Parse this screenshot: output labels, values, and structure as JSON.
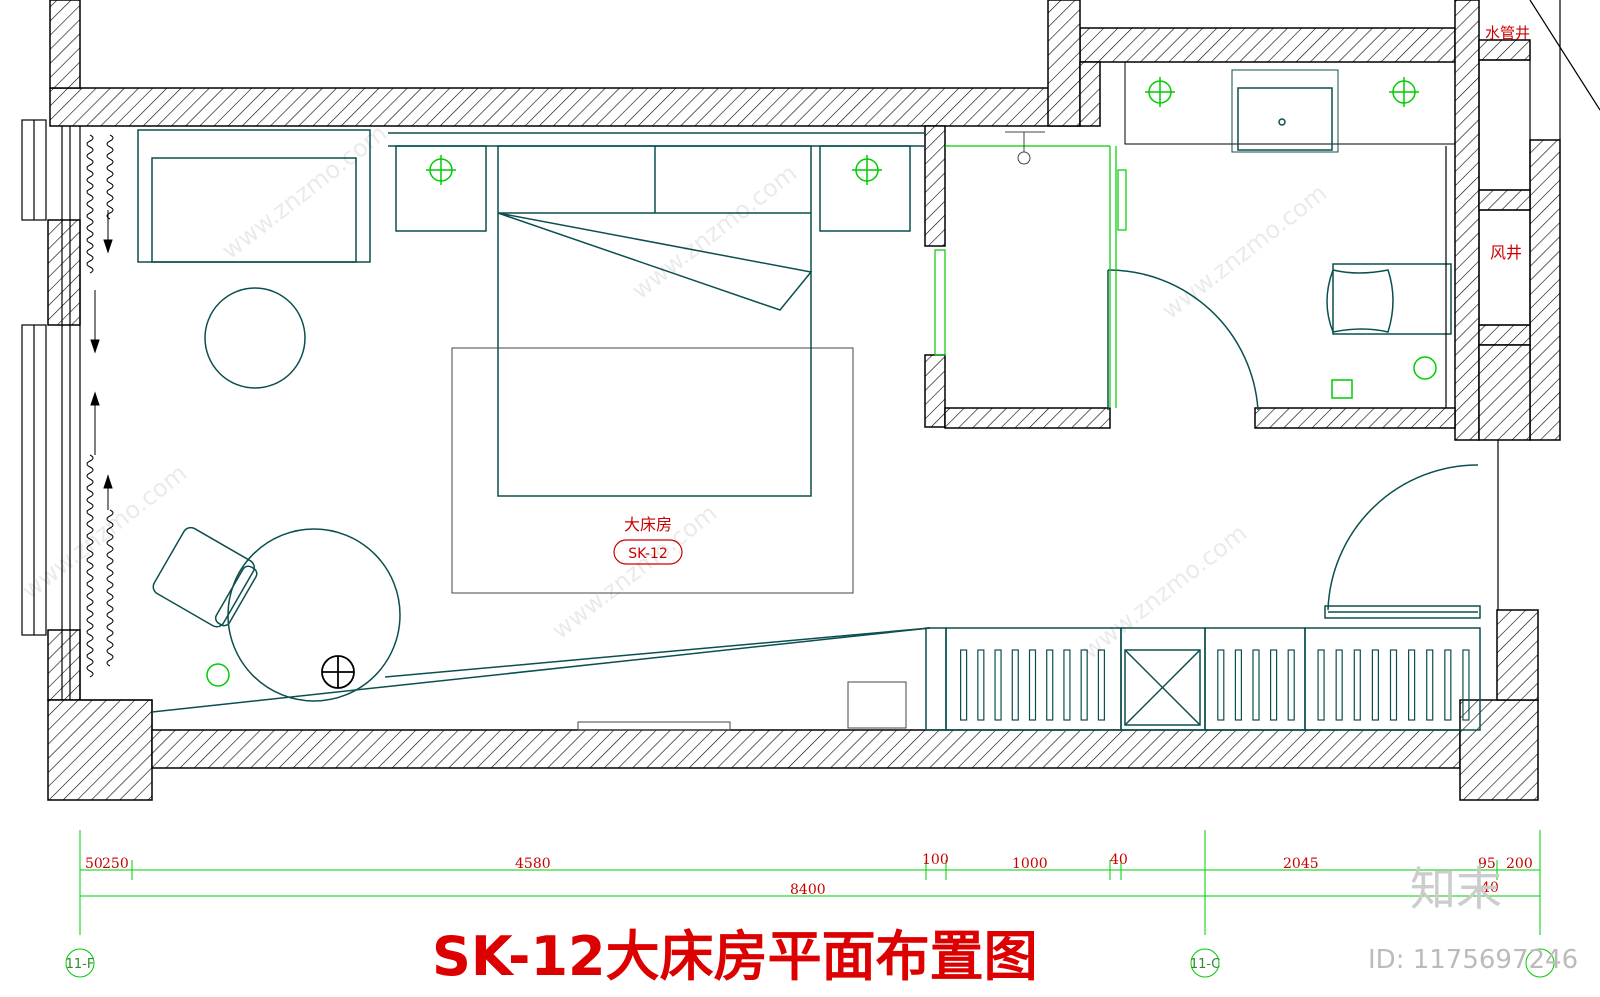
{
  "room": {
    "name": "大床房",
    "code": "SK-12"
  },
  "shafts": {
    "water_pipe": "水管井",
    "air": "风井"
  },
  "dimensions": {
    "segments": [
      "50",
      "250",
      "4580",
      "100",
      "1000",
      "40",
      "2045",
      "95",
      "200"
    ],
    "total": "8400",
    "small": "40"
  },
  "grid_axes": {
    "left": "11-F",
    "right": "11-C"
  },
  "title": "SK-12大床房平面布置图",
  "watermark": {
    "site": "www.znzmo.com",
    "brand": "知末",
    "id": "ID: 1175697246"
  },
  "colors": {
    "wall_line": "#000000",
    "furniture": "#0b4f4f",
    "fixture": "#00cc00",
    "annotation": "#cc0000"
  }
}
